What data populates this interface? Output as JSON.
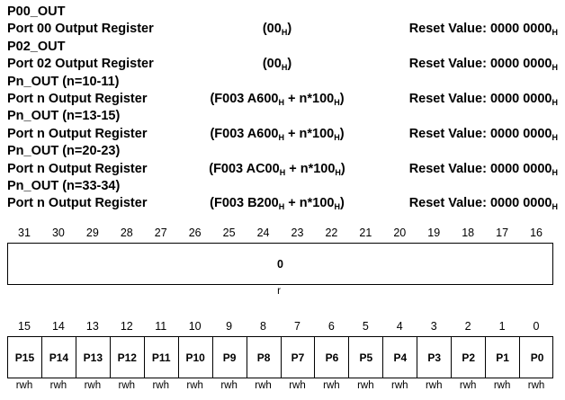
{
  "header": {
    "lines": [
      {
        "c1": "P00_OUT",
        "c2": "",
        "c3": "",
        "sub2": "",
        "tail2": "",
        "sub3": ""
      },
      {
        "c1": "Port 00 Output Register",
        "c2": "(00",
        "sub2": "H",
        "tail2": ")",
        "c3": "Reset Value: 0000 0000",
        "sub3": "H"
      },
      {
        "c1": "P02_OUT",
        "c2": "",
        "c3": "",
        "sub2": "",
        "tail2": "",
        "sub3": ""
      },
      {
        "c1": "Port 02 Output Register",
        "c2": "(00",
        "sub2": "H",
        "tail2": ")",
        "c3": "Reset Value: 0000 0000",
        "sub3": "H"
      },
      {
        "c1": "Pn_OUT (n=10-11)",
        "c2": "",
        "c3": "",
        "sub2": "",
        "tail2": "",
        "sub3": ""
      },
      {
        "c1": "Port n Output Register",
        "c2": "(F003 A600",
        "sub2": "H",
        "tail2": " + n*100",
        "sub2b": "H",
        "tail2b": ")",
        "c3": "Reset Value: 0000 0000",
        "sub3": "H"
      },
      {
        "c1": "Pn_OUT (n=13-15)",
        "c2": "",
        "c3": "",
        "sub2": "",
        "tail2": "",
        "sub3": ""
      },
      {
        "c1": "Port n Output Register",
        "c2": "(F003 A600",
        "sub2": "H",
        "tail2": " + n*100",
        "sub2b": "H",
        "tail2b": ")",
        "c3": "Reset Value: 0000 0000",
        "sub3": "H"
      },
      {
        "c1": "Pn_OUT (n=20-23)",
        "c2": "",
        "c3": "",
        "sub2": "",
        "tail2": "",
        "sub3": ""
      },
      {
        "c1": "Port n Output Register",
        "c2": "(F003 AC00",
        "sub2": "H",
        "tail2": " + n*100",
        "sub2b": "H",
        "tail2b": ")",
        "c3": "Reset Value: 0000 0000",
        "sub3": "H"
      },
      {
        "c1": "Pn_OUT (n=33-34)",
        "c2": "",
        "c3": "",
        "sub2": "",
        "tail2": "",
        "sub3": ""
      },
      {
        "c1": "Port n Output Register",
        "c2": "(F003 B200",
        "sub2": "H",
        "tail2": " + n*100",
        "sub2b": "H",
        "tail2b": ")",
        "c3": "Reset Value: 0000 0000",
        "sub3": "H"
      }
    ]
  },
  "upper": {
    "bits": [
      "31",
      "30",
      "29",
      "28",
      "27",
      "26",
      "25",
      "24",
      "23",
      "22",
      "21",
      "20",
      "19",
      "18",
      "17",
      "16"
    ],
    "field_value": "0",
    "access": "r"
  },
  "lower": {
    "bits": [
      "15",
      "14",
      "13",
      "12",
      "11",
      "10",
      "9",
      "8",
      "7",
      "6",
      "5",
      "4",
      "3",
      "2",
      "1",
      "0"
    ],
    "fields": [
      "P15",
      "P14",
      "P13",
      "P12",
      "P11",
      "P10",
      "P9",
      "P8",
      "P7",
      "P6",
      "P5",
      "P4",
      "P3",
      "P2",
      "P1",
      "P0"
    ],
    "access": [
      "rwh",
      "rwh",
      "rwh",
      "rwh",
      "rwh",
      "rwh",
      "rwh",
      "rwh",
      "rwh",
      "rwh",
      "rwh",
      "rwh",
      "rwh",
      "rwh",
      "rwh",
      "rwh"
    ]
  }
}
